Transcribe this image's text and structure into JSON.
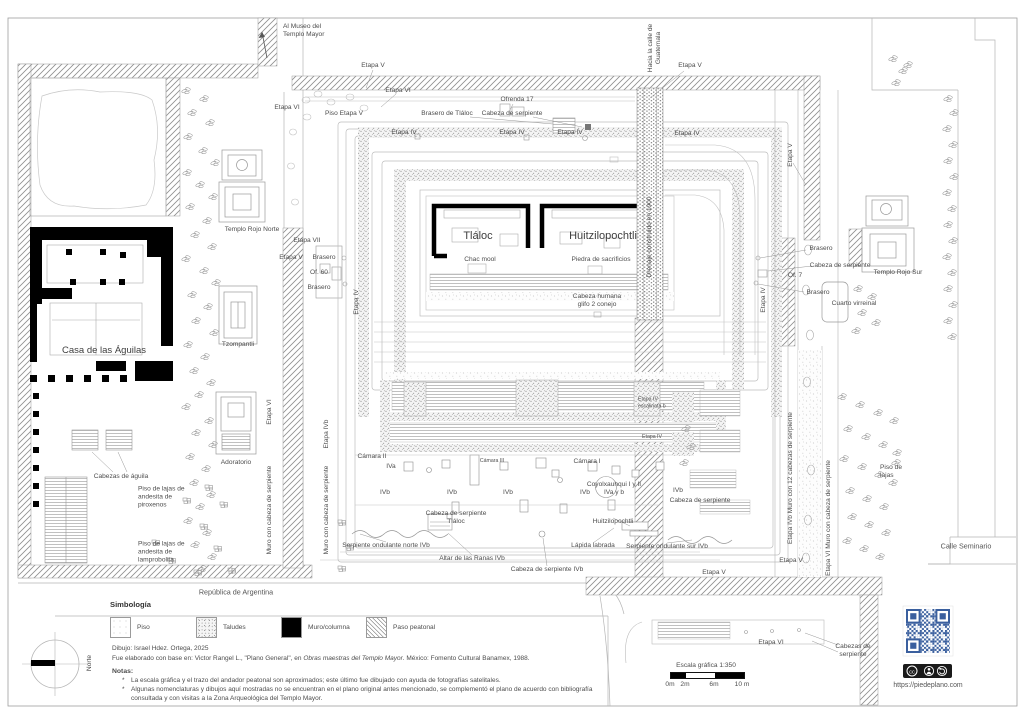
{
  "labels": {
    "al_museo": "Al Museo del\nTemplo Mayor",
    "hacia_guatemala": "Hacia la calle de\nGuatemala",
    "drenaje": "Drenaje construido en 1900",
    "etapa_iv": "Etapa IV",
    "etapa_ivb": "Etapa IVb",
    "etapa_v": "Etapa V",
    "etapa_vi": "Etapa VI",
    "etapa_vii": "Etapa VII",
    "piso_etapa_v": "Piso Etapa V",
    "brasero_tlaloc": "Brasero de Tláloc",
    "cabeza_serpiente": "Cabeza de serpiente",
    "ofrenda_17": "Ofrenda 17",
    "tlaloc": "Tláloc",
    "chac_mool": "Chac mool",
    "huitzilopochtli": "Huitzilopochtli",
    "piedra_sacrificios": "Piedra de sacrificios",
    "cabeza_humana": "Cabeza humana\nglifo 2 conejo",
    "templo_rojo_norte": "Templo Rojo Norte",
    "templo_rojo_sur": "Templo Rojo Sur",
    "tzompantli": "Tzompantli",
    "adoratorio": "Adoratorio",
    "casa_aguilas": "Casa de las Águilas",
    "cabezas_aguila": "Cabezas de águila",
    "piso_piroxenos": "Piso de lajas de\nandesita de\npiroxenos",
    "piso_lamprobolita": "Piso de lajas de\nandesita de\nlamprobolita",
    "brasero": "Brasero",
    "of_60": "Of. 60",
    "of_7": "Of. 7",
    "muro_cabeza": "Muro con cabeza de serpiente",
    "camara_i": "Cámara I",
    "camara_ii": "Cámara II",
    "camara_iii": "Cámara III",
    "iva": "IVa",
    "ivb": "IVb",
    "coyolxauhqui": "Coyolxauhqui I y II\nIVa y b",
    "cabeza_serp_tlaloc": "Cabeza de serpiente\nTláloc",
    "serp_norte": "Serpiente ondulante norte IVb",
    "altar_ranas": "Altar de las Ranas IVb",
    "cabeza_serp_ivb": "Cabeza de serpiente IVb",
    "lapida": "Lápida labrada",
    "serp_sur": "Serpiente ondulante sur IVb",
    "escalinata": "Etapa IV\nescalinata b",
    "muro_12": "Etapa IVb Muro con 12 cabezas de serpiente",
    "muro_vi": "Etapa VI Muro con cabeza de serpiente",
    "piso_lajas": "Piso de\nlajas",
    "cuarto_virreinal": "Cuarto virreinal",
    "calle_seminario": "Calle Seminario",
    "republica": "República de Argentina",
    "cabezas_serp": "Cabezas de\nserpiente",
    "norte": "Norte"
  },
  "legend": {
    "title": "Simbología",
    "items": [
      "Piso",
      "Taludes",
      "Muro/columna",
      "Paso peatonal"
    ]
  },
  "credits": {
    "line1": "Dibujo: Israel Hdez. Ortega, 2025",
    "line2_pre": "Fue elaborado con base en: Victor Rangel L., \"Plano General\", en ",
    "line2_italic": "Obras maestras del Templo Mayor",
    "line2_post": ". México: Fomento Cultural Banamex, 1988."
  },
  "notes": {
    "title": "Notas:",
    "bullet": "*",
    "items": [
      "La escala gráfica y el trazo del andador peatonal son aproximados; este último fue dibujado con ayuda de fotografías satelitales.",
      "Algunas nomenclaturas y dibujos aquí mostradas no se encuentran en el plano original antes mencionado, se complementó el plano de acuerdo con bibliografía consultada y con visitas a la Zona Arqueológica del Templo Mayor."
    ]
  },
  "scalebar": {
    "title": "Escala gráfica 1:350",
    "t0": "0m",
    "t1": "2m",
    "t2": "6m",
    "t3": "10 m"
  },
  "footer": {
    "url": "https://piedeplano.com",
    "cc": "cc"
  },
  "colors": {
    "qr_blue": "#3a5f9e",
    "wall_black": "#000000",
    "line_gray": "#b5b5b5",
    "ink": "#4d4d4d"
  }
}
